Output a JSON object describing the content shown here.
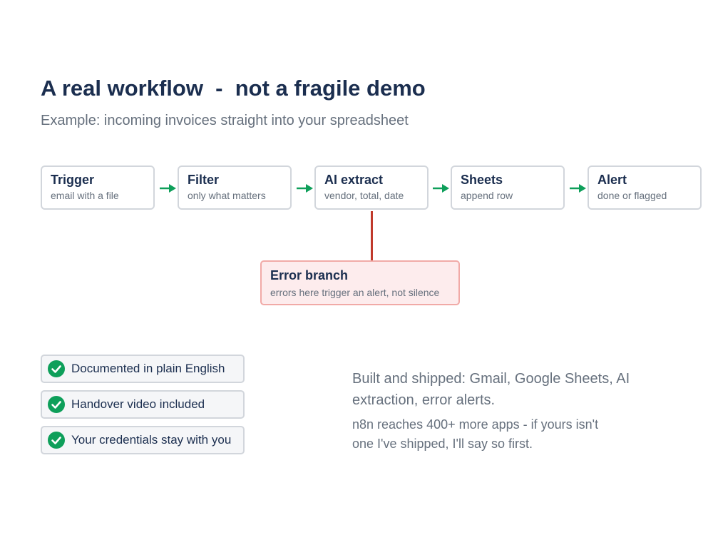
{
  "header": {
    "title": "A real workflow  -  not a fragile demo",
    "subtitle": "Example: incoming invoices straight into your spreadsheet"
  },
  "workflow": {
    "nodes": [
      {
        "label": "Trigger",
        "desc": "email with a file"
      },
      {
        "label": "Filter",
        "desc": "only what matters"
      },
      {
        "label": "AI extract",
        "desc": "vendor, total, date"
      },
      {
        "label": "Sheets",
        "desc": "append row"
      },
      {
        "label": "Alert",
        "desc": "done or flagged"
      }
    ],
    "error_branch": {
      "label": "Error branch",
      "desc": "errors here trigger an alert, not silence"
    },
    "colors": {
      "arrow": "#0e9f5a",
      "error_line": "#c0392b",
      "error_fill": "#fdeced",
      "error_border": "#f1aaa7"
    }
  },
  "checklist": {
    "icon": "check-circle-icon",
    "items": [
      "Documented in plain English",
      "Handover video included",
      "Your credentials stay with you"
    ]
  },
  "notes": {
    "main": "Built and shipped: Gmail, Google Sheets, AI extraction, error alerts.",
    "sub": "n8n reaches 400+ more apps - if yours isn't one I've shipped, I'll say so first."
  }
}
